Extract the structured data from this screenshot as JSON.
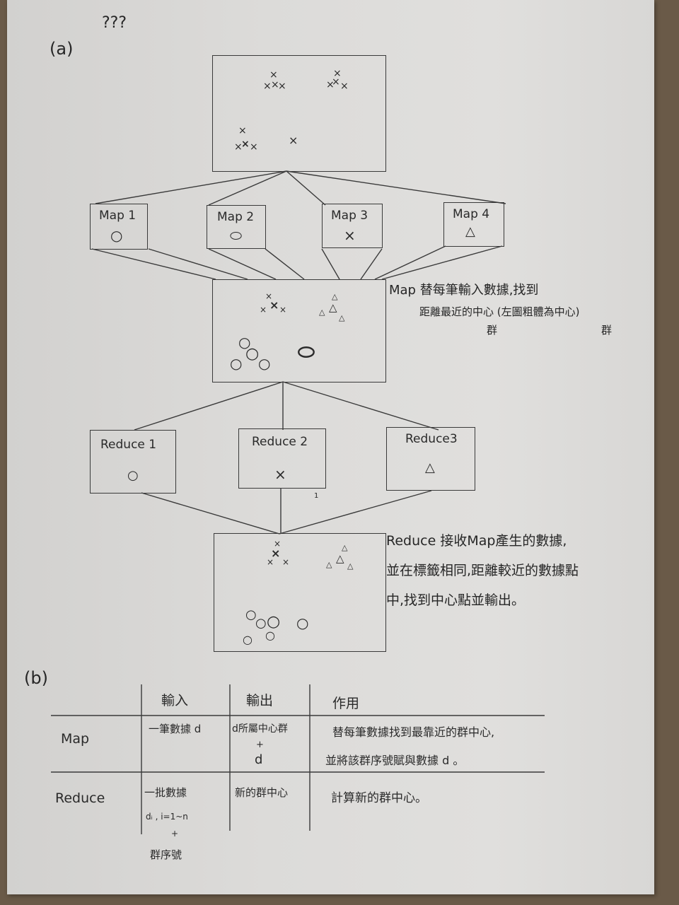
{
  "page": {
    "marks": "???",
    "part_a": "(a)",
    "part_b": "(b)"
  },
  "map_boxes": [
    {
      "label": "Map 1",
      "symbol": "○"
    },
    {
      "label": "Map 2",
      "symbol": "⬭"
    },
    {
      "label": "Map 3",
      "symbol": "×"
    },
    {
      "label": "Map 4",
      "symbol": "△"
    }
  ],
  "reduce_boxes": [
    {
      "label": "Reduce 1",
      "symbol": "○"
    },
    {
      "label": "Reduce 2",
      "symbol": "×"
    },
    {
      "label": "Reduce3",
      "symbol": "△"
    }
  ],
  "notes": {
    "map_line1": "Map 替每筆輸入數據,找到",
    "map_line2": "距離最近的中心 (左圖粗體為中心)",
    "map_insert1": "群",
    "map_insert2": "群",
    "reduce_line1": "Reduce 接收Map產生的數據,",
    "reduce_line2": "並在標籤相同,距離較近的數據點",
    "reduce_line3": "中,找到中心點並輸出。",
    "stray_mark": "1"
  },
  "table": {
    "headers": [
      "輸入",
      "輸出",
      "作用"
    ],
    "rows": [
      {
        "name": "Map",
        "input": "一筆數據 d",
        "output_1": "d所屬中心群",
        "output_2": "+",
        "output_3": "d",
        "effect_1": "替每筆數據找到最靠近的群中心,",
        "effect_2": "並將該群序號賦與數據 d 。"
      },
      {
        "name": "Reduce",
        "input_1": "一批數據",
        "input_2": "dᵢ , i=1~n",
        "input_3": "+",
        "input_4": "群序號",
        "output": "新的群中心",
        "effect": "計算新的群中心。"
      }
    ]
  }
}
